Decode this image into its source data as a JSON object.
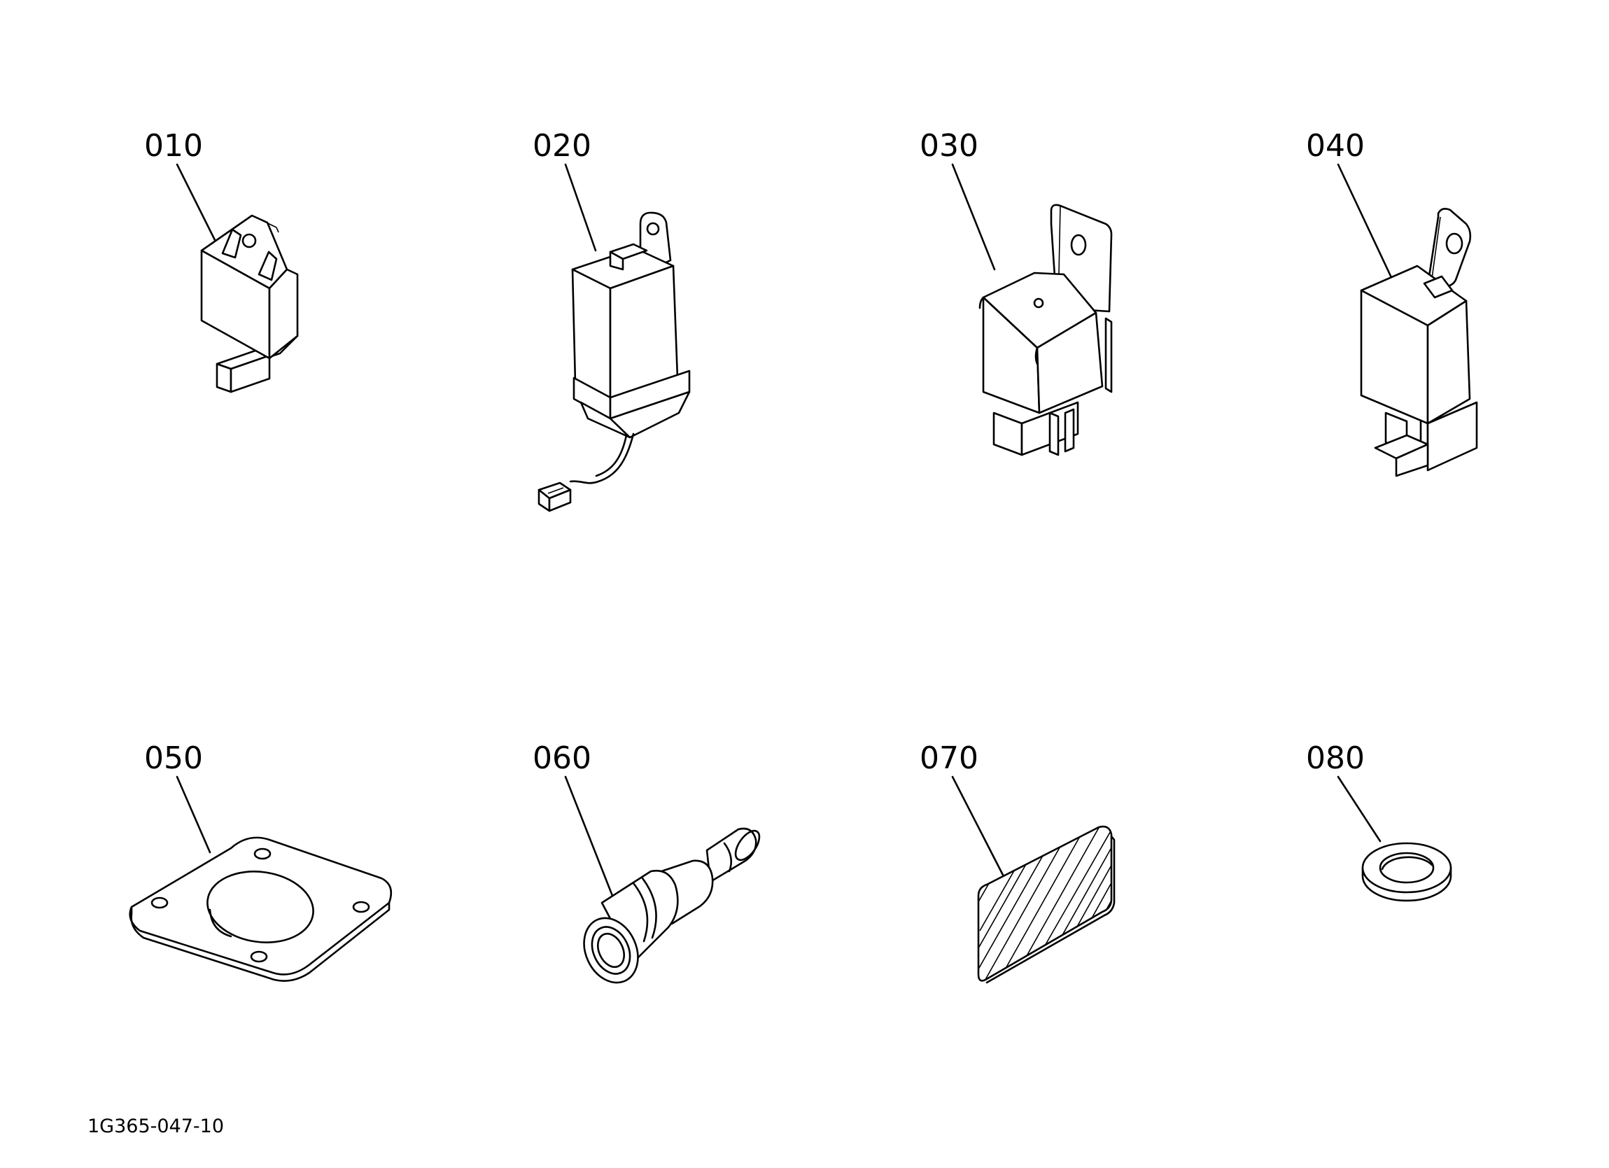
{
  "parts": [
    {
      "number": "010",
      "icon": "relay-small-icon"
    },
    {
      "number": "020",
      "icon": "timer-relay-with-lead-icon"
    },
    {
      "number": "030",
      "icon": "relay-bracket-icon"
    },
    {
      "number": "040",
      "icon": "relay-bracket-icon"
    },
    {
      "number": "050",
      "icon": "gasket-icon"
    },
    {
      "number": "060",
      "icon": "hose-fitting-icon"
    },
    {
      "number": "070",
      "icon": "label-plate-icon"
    },
    {
      "number": "080",
      "icon": "washer-icon"
    }
  ],
  "drawing_id": "1G365-047-10"
}
